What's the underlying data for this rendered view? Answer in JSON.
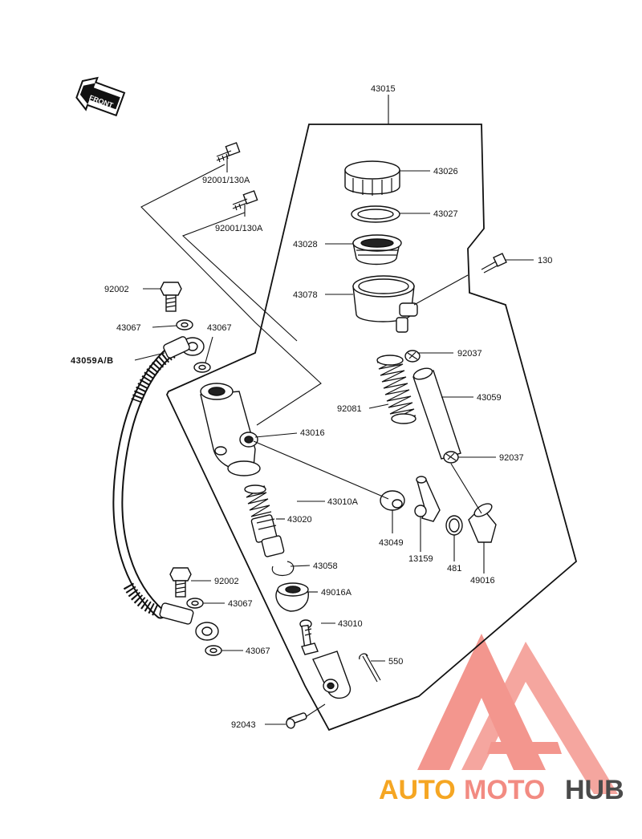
{
  "diagram": {
    "front_badge": "FRONT",
    "parts": {
      "p43015": "43015",
      "p43026": "43026",
      "p43027": "43027",
      "p43028": "43028",
      "p43078": "43078",
      "p130": "130",
      "p92001a": "92001/130A",
      "p92001b": "92001/130A",
      "p92002a": "92002",
      "p43067a": "43067",
      "p43067b": "43067",
      "p43059ab": "43059A/B",
      "p92037a": "92037",
      "p92081": "92081",
      "p43059": "43059",
      "p43016": "43016",
      "p92037b": "92037",
      "p43010a": "43010A",
      "p43020": "43020",
      "p43049": "43049",
      "p13159": "13159",
      "p481": "481",
      "p49016": "49016",
      "p43058": "43058",
      "p49016a": "49016A",
      "p92002b": "92002",
      "p43067c": "43067",
      "p43010": "43010",
      "p43067d": "43067",
      "p550": "550",
      "p92043": "92043"
    }
  },
  "watermark": {
    "text_a": "AUTO",
    "text_b": "MOTO",
    "text_c": "HUB",
    "color_a": "#f5a623",
    "color_b": "#f28b82",
    "color_c": "#4a4a4a",
    "logo_color": "#f28b82"
  }
}
